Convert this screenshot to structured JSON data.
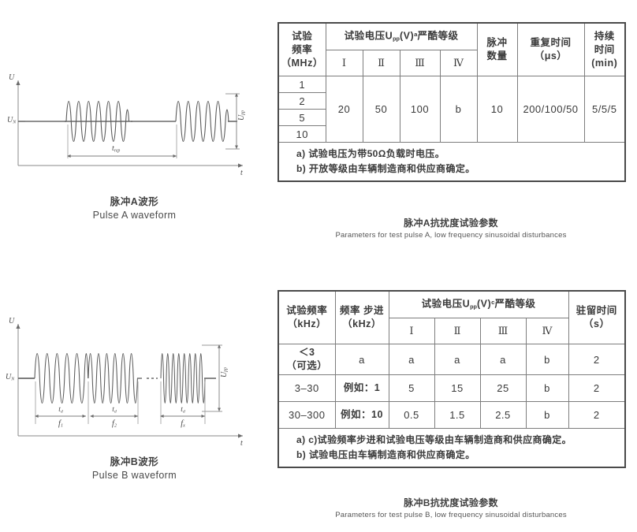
{
  "figure_a": {
    "caption_cn": "脉冲A波形",
    "caption_en": "Pulse A waveform",
    "axis_y": "U",
    "axis_x": "t",
    "baseline_label": "U",
    "baseline_sub": "N",
    "amplitude_label": "U",
    "amplitude_sub": "pp",
    "interval_label": "t",
    "interval_sub": "rep"
  },
  "figure_b": {
    "caption_cn": "脉冲B波形",
    "caption_en": "Pulse B waveform",
    "axis_y": "U",
    "axis_x": "t",
    "baseline_label": "U",
    "baseline_sub": "N",
    "amplitude_label": "U",
    "amplitude_sub": "pp",
    "dwell_label": "t",
    "dwell_sub": "d",
    "freq_labels": [
      {
        "base": "f",
        "sub": "1"
      },
      {
        "base": "f",
        "sub": "2"
      },
      {
        "base": "f",
        "sub": "x"
      }
    ],
    "ellipsis": "- - -"
  },
  "table_a": {
    "caption_cn": "脉冲A抗扰度试验参数",
    "caption_en": "Parameters for test pulse A, low frequency sinusoidal disturbances",
    "header": {
      "col_freq_l1": "试验",
      "col_freq_l2": "频率",
      "col_freq_l3": "（MHz）",
      "voltage_group_prefix": "试验电压U",
      "voltage_group_sub": "pp",
      "voltage_group_mid": "(V)",
      "voltage_group_sup": "a",
      "voltage_group_suffix": "严酷等级",
      "levels": [
        "Ⅰ",
        "Ⅱ",
        "Ⅲ",
        "Ⅳ"
      ],
      "col_count_l1": "脉冲",
      "col_count_l2": "数量",
      "col_rep_l1": "重复时间",
      "col_rep_l2": "（μs）",
      "col_dur_l1": "持续",
      "col_dur_l2": "时间",
      "col_dur_l3": "(min)"
    },
    "frequencies": [
      "1",
      "2",
      "5",
      "10"
    ],
    "values": {
      "level_1": "20",
      "level_2": "50",
      "level_3": "100",
      "level_4": "b",
      "pulse_count": "10",
      "repetition_time": "200/100/50",
      "duration": "5/5/5"
    },
    "notes": [
      "a) 试验电压为带50Ω负载时电压。",
      "b) 开放等级由车辆制造商和供应商确定。"
    ]
  },
  "table_b": {
    "caption_cn": "脉冲B抗扰度试验参数",
    "caption_en": "Parameters for test pulse B, low frequency sinusoidal disturbances",
    "header": {
      "col_freq_l1": "试验频率",
      "col_freq_l2": "（kHz）",
      "col_step_l1": "频率 步进",
      "col_step_l2": "（kHz）",
      "voltage_group_prefix": "试验电压U",
      "voltage_group_sub": "pp",
      "voltage_group_mid": "(V)",
      "voltage_group_sup": "c",
      "voltage_group_suffix": "严酷等级",
      "levels": [
        "Ⅰ",
        "Ⅱ",
        "Ⅲ",
        "Ⅳ"
      ],
      "col_dwell_l1": "驻留时间",
      "col_dwell_l2": "（s）"
    },
    "rows": [
      {
        "freq_l1": "＜3",
        "freq_l2": "（可选）",
        "step": "a",
        "level_1": "a",
        "level_2": "a",
        "level_3": "a",
        "level_4": "b",
        "dwell": "2"
      },
      {
        "freq_l1": "3–30",
        "freq_l2": "",
        "step": "例如：1",
        "level_1": "5",
        "level_2": "15",
        "level_3": "25",
        "level_4": "b",
        "dwell": "2"
      },
      {
        "freq_l1": "30–300",
        "freq_l2": "",
        "step": "例如：10",
        "level_1": "0.5",
        "level_2": "1.5",
        "level_3": "2.5",
        "level_4": "b",
        "dwell": "2"
      }
    ],
    "notes": [
      "a) c)试验频率步进和试验电压等级由车辆制造商和供应商确定。",
      "b) 试验电压由车辆制造商和供应商确定。"
    ]
  },
  "colors": {
    "ink": "#3a3a3a",
    "rule": "#7d7d7d",
    "outer_rule": "#4a4a4a",
    "wave": "#5a5a5a"
  }
}
